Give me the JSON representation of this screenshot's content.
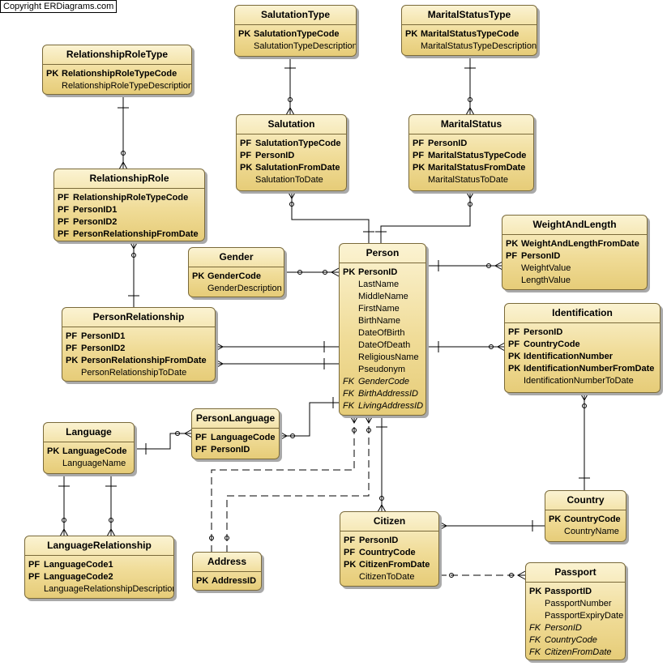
{
  "copyright": "Copyright ERDiagrams.com",
  "entities": {
    "salutation_type": {
      "title": "SalutationType",
      "attrs": [
        {
          "key": "PK",
          "name": "SalutationTypeCode"
        },
        {
          "key": "",
          "name": "SalutationTypeDescription"
        }
      ]
    },
    "marital_status_type": {
      "title": "MaritalStatusType",
      "attrs": [
        {
          "key": "PK",
          "name": "MaritalStatusTypeCode"
        },
        {
          "key": "",
          "name": "MaritalStatusTypeDescription"
        }
      ]
    },
    "relationship_role_type": {
      "title": "RelationshipRoleType",
      "attrs": [
        {
          "key": "PK",
          "name": "RelationshipRoleTypeCode"
        },
        {
          "key": "",
          "name": "RelationshipRoleTypeDescription"
        }
      ]
    },
    "salutation": {
      "title": "Salutation",
      "attrs": [
        {
          "key": "PF",
          "name": "SalutationTypeCode"
        },
        {
          "key": "PF",
          "name": "PersonID"
        },
        {
          "key": "PK",
          "name": "SalutationFromDate"
        },
        {
          "key": "",
          "name": "SalutationToDate"
        }
      ]
    },
    "marital_status": {
      "title": "MaritalStatus",
      "attrs": [
        {
          "key": "PF",
          "name": "PersonID"
        },
        {
          "key": "PF",
          "name": "MaritalStatusTypeCode"
        },
        {
          "key": "PK",
          "name": "MaritalStatusFromDate"
        },
        {
          "key": "",
          "name": "MaritalStatusToDate"
        }
      ]
    },
    "relationship_role": {
      "title": "RelationshipRole",
      "attrs": [
        {
          "key": "PF",
          "name": "RelationshipRoleTypeCode"
        },
        {
          "key": "PF",
          "name": "PersonID1"
        },
        {
          "key": "PF",
          "name": "PersonID2"
        },
        {
          "key": "PF",
          "name": "PersonRelationshipFromDate"
        }
      ]
    },
    "weight_and_length": {
      "title": "WeightAndLength",
      "attrs": [
        {
          "key": "PK",
          "name": "WeightAndLengthFromDate"
        },
        {
          "key": "PF",
          "name": "PersonID"
        },
        {
          "key": "",
          "name": "WeightValue"
        },
        {
          "key": "",
          "name": "LengthValue"
        }
      ]
    },
    "gender": {
      "title": "Gender",
      "attrs": [
        {
          "key": "PK",
          "name": "GenderCode"
        },
        {
          "key": "",
          "name": "GenderDescription"
        }
      ]
    },
    "person": {
      "title": "Person",
      "attrs": [
        {
          "key": "PK",
          "name": "PersonID"
        },
        {
          "key": "",
          "name": "LastName"
        },
        {
          "key": "",
          "name": "MiddleName"
        },
        {
          "key": "",
          "name": "FirstName"
        },
        {
          "key": "",
          "name": "BirthName"
        },
        {
          "key": "",
          "name": "DateOfBirth"
        },
        {
          "key": "",
          "name": "DateOfDeath"
        },
        {
          "key": "",
          "name": "ReligiousName"
        },
        {
          "key": "",
          "name": "Pseudonym"
        },
        {
          "key": "FK",
          "name": "GenderCode"
        },
        {
          "key": "FK",
          "name": "BirthAddressID"
        },
        {
          "key": "FK",
          "name": "LivingAddressID"
        }
      ]
    },
    "person_relationship": {
      "title": "PersonRelationship",
      "attrs": [
        {
          "key": "PF",
          "name": "PersonID1"
        },
        {
          "key": "PF",
          "name": "PersonID2"
        },
        {
          "key": "PK",
          "name": "PersonRelationshipFromDate"
        },
        {
          "key": "",
          "name": "PersonRelationshipToDate"
        }
      ]
    },
    "identification": {
      "title": "Identification",
      "attrs": [
        {
          "key": "PF",
          "name": "PersonID"
        },
        {
          "key": "PF",
          "name": "CountryCode"
        },
        {
          "key": "PK",
          "name": "IdentificationNumber"
        },
        {
          "key": "PK",
          "name": "IdentificationNumberFromDate"
        },
        {
          "key": "",
          "name": "IdentificationNumberToDate"
        }
      ]
    },
    "language": {
      "title": "Language",
      "attrs": [
        {
          "key": "PK",
          "name": "LanguageCode"
        },
        {
          "key": "",
          "name": "LanguageName"
        }
      ]
    },
    "person_language": {
      "title": "PersonLanguage",
      "attrs": [
        {
          "key": "PF",
          "name": "LanguageCode"
        },
        {
          "key": "PF",
          "name": "PersonID"
        }
      ]
    },
    "country": {
      "title": "Country",
      "attrs": [
        {
          "key": "PK",
          "name": "CountryCode"
        },
        {
          "key": "",
          "name": "CountryName"
        }
      ]
    },
    "citizen": {
      "title": "Citizen",
      "attrs": [
        {
          "key": "PF",
          "name": "PersonID"
        },
        {
          "key": "PF",
          "name": "CountryCode"
        },
        {
          "key": "PK",
          "name": "CitizenFromDate"
        },
        {
          "key": "",
          "name": "CitizenToDate"
        }
      ]
    },
    "language_relationship": {
      "title": "LanguageRelationship",
      "attrs": [
        {
          "key": "PF",
          "name": "LanguageCode1"
        },
        {
          "key": "PF",
          "name": "LanguageCode2"
        },
        {
          "key": "",
          "name": "LanguageRelationshipDescription"
        }
      ]
    },
    "address": {
      "title": "Address",
      "attrs": [
        {
          "key": "PK",
          "name": "AddressID"
        }
      ]
    },
    "passport": {
      "title": "Passport",
      "attrs": [
        {
          "key": "PK",
          "name": "PassportID"
        },
        {
          "key": "",
          "name": "PassportNumber"
        },
        {
          "key": "",
          "name": "PassportExpiryDate"
        },
        {
          "key": "FK",
          "name": "PersonID"
        },
        {
          "key": "FK",
          "name": "CountryCode"
        },
        {
          "key": "FK",
          "name": "CitizenFromDate"
        }
      ]
    }
  }
}
